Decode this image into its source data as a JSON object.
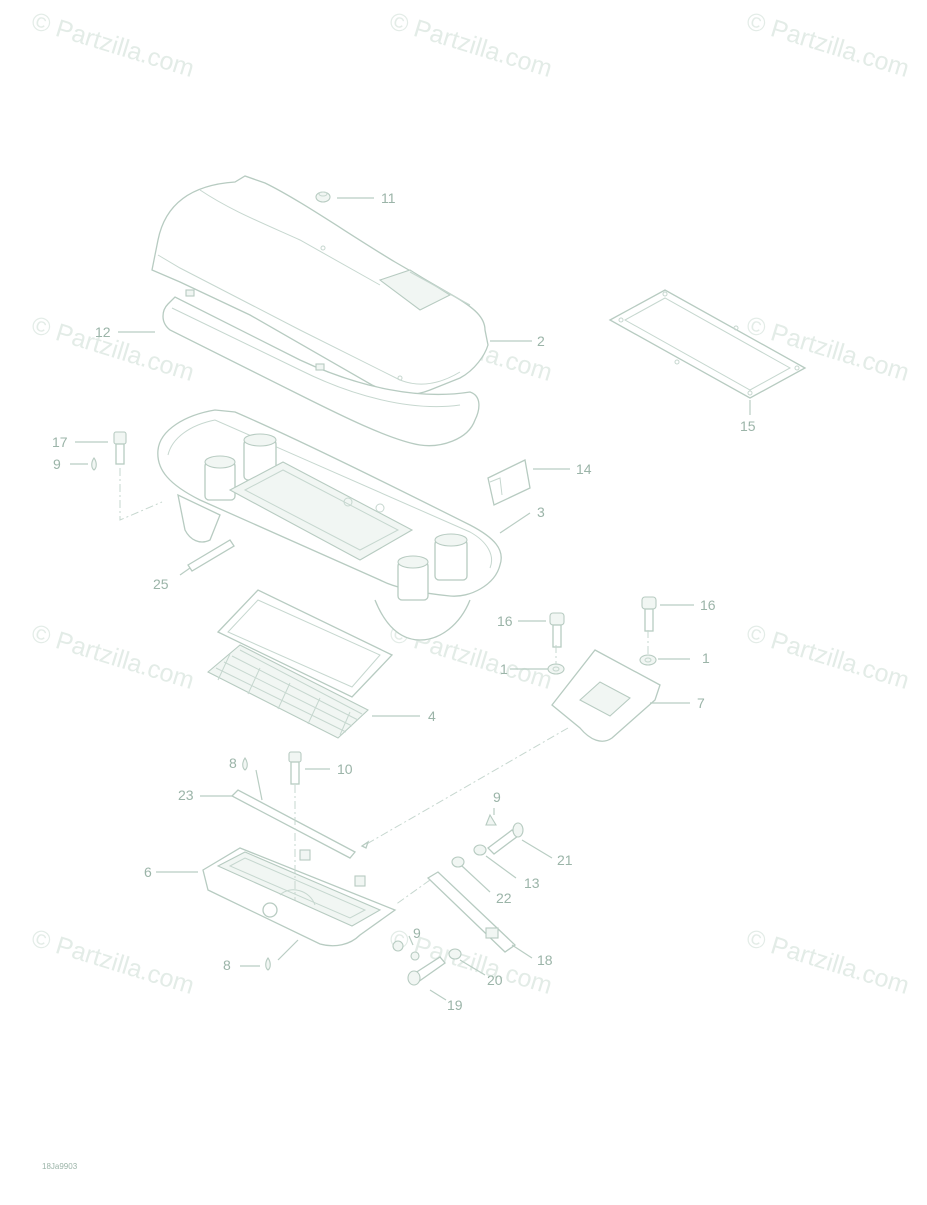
{
  "watermark": "© Partzilla.com",
  "reference_code": "18Ja9903",
  "callouts": [
    "11",
    "2",
    "12",
    "15",
    "17",
    "9",
    "14",
    "3",
    "25",
    "16",
    "16",
    "1",
    "1",
    "7",
    "4",
    "8",
    "10",
    "23",
    "9",
    "21",
    "6",
    "13",
    "22",
    "18",
    "8",
    "9",
    "20",
    "19"
  ]
}
